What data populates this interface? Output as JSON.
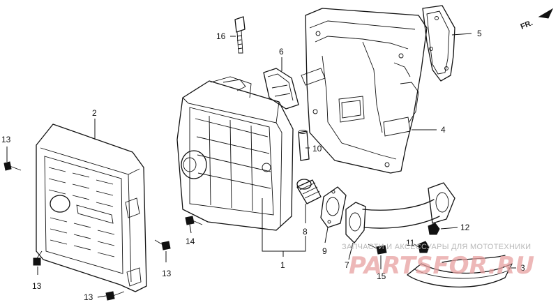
{
  "diagram": {
    "direction_label": "FR.",
    "callouts": {
      "c1": "1",
      "c2": "2",
      "c3": "3",
      "c4": "4",
      "c5": "5",
      "c6": "6",
      "c7": "7",
      "c8": "8",
      "c9": "9",
      "c10": "10",
      "c11": "11",
      "c12": "12",
      "c13a": "13",
      "c13b": "13",
      "c13c": "13",
      "c13d": "13",
      "c14": "14",
      "c15": "15",
      "c16": "16"
    },
    "watermark": {
      "caption": "ЗАПЧАСТИ И АКСЕССУАРЫ ДЛЯ МОТОТЕХНИКИ",
      "brand": "PARTSFOR.RU"
    }
  }
}
